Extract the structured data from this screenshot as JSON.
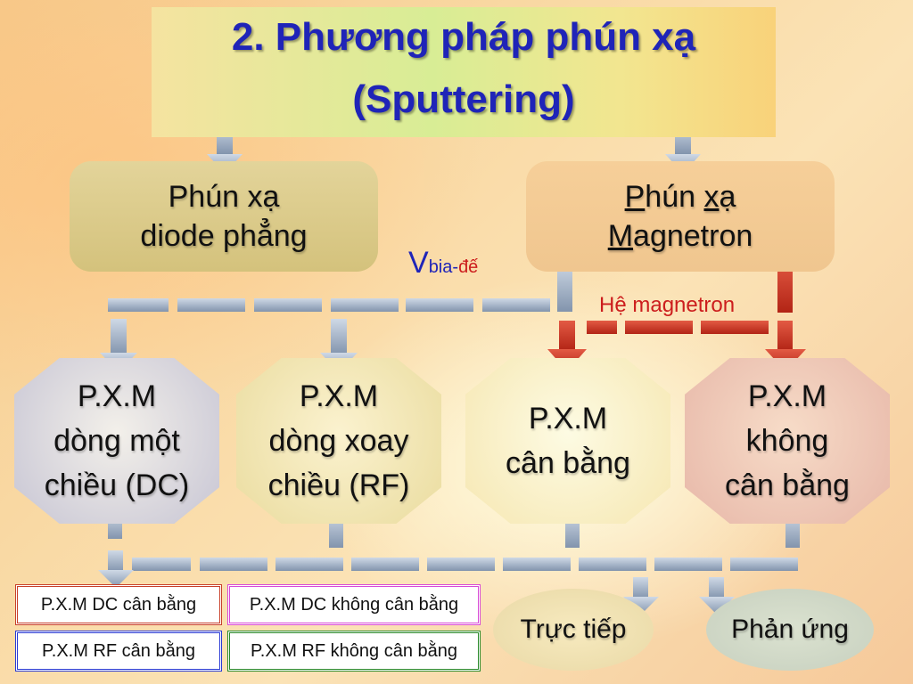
{
  "title": {
    "line1": "2. Phương pháp phún xạ",
    "line2": "(Sputtering)"
  },
  "methods": {
    "diode": {
      "line1": "Phún xạ",
      "line2": "diode phẳng"
    },
    "magnetron": {
      "l1_p": "P",
      "l1_a": "hún ",
      "l1_x": "x",
      "l1_b": "ạ",
      "l2_m": "M",
      "l2_rest": "agnetron"
    }
  },
  "labels": {
    "v": "V",
    "bia": "bia",
    "dash": "-",
    "de": "đế",
    "he_magnetron": "Hệ magnetron"
  },
  "nodes": {
    "dc": {
      "line1": "P.X.M",
      "line2": "dòng một",
      "line3": "chiều (DC)"
    },
    "rf": {
      "line1": "P.X.M",
      "line2": "dòng xoay",
      "line3": "chiều (RF)"
    },
    "balanced": {
      "line1": "P.X.M",
      "line2": "cân bằng"
    },
    "unbalanced": {
      "line1": "P.X.M",
      "line2": "không",
      "line3": "cân bằng"
    }
  },
  "tags": {
    "dc_bal": "P.X.M DC cân bằng",
    "dc_unbal": "P.X.M DC không cân bằng",
    "rf_bal": "P.X.M RF cân bằng",
    "rf_unbal": "P.X.M RF không cân bằng"
  },
  "modes": {
    "direct": "Trực tiếp",
    "reactive": "Phản ứng"
  },
  "colors": {
    "title_text": "#1f24b8",
    "red_accent": "#cc1d1d",
    "connector": "#9fb0c4"
  }
}
